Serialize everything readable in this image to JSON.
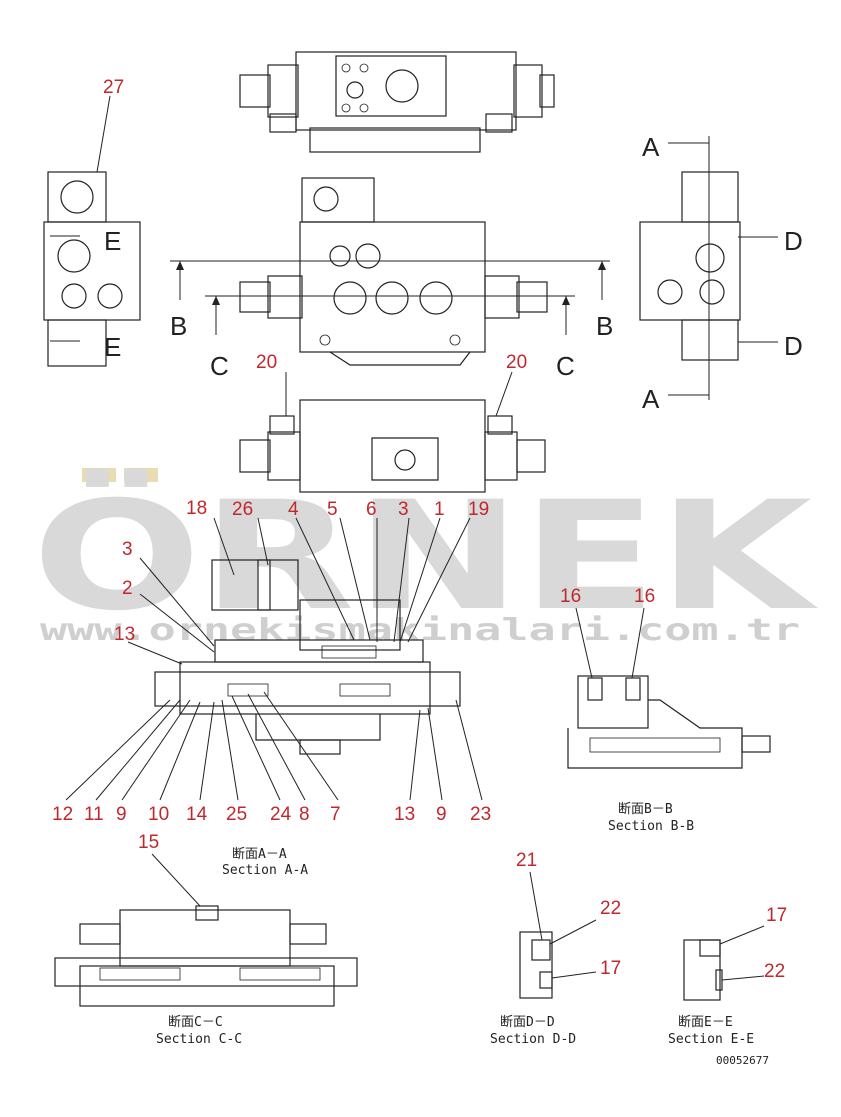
{
  "watermark": {
    "brand": "ÖRNEK",
    "url": "www.ornekismakinalari.com.tr"
  },
  "cut_labels": {
    "a": "A",
    "b": "B",
    "c": "C",
    "d": "D",
    "e": "E"
  },
  "callouts": {
    "c27": "27",
    "c20_left": "20",
    "c20_right": "20",
    "c18": "18",
    "c26": "26",
    "c4": "4",
    "c5": "5",
    "c6": "6",
    "c3_top": "3",
    "c1": "1",
    "c19": "19",
    "c3_left": "3",
    "c2": "2",
    "c13_top": "13",
    "c12": "12",
    "c11": "11",
    "c9_a": "9",
    "c10": "10",
    "c14": "14",
    "c25": "25",
    "c24": "24",
    "c8": "8",
    "c7": "7",
    "c13_bottom": "13",
    "c9_b": "9",
    "c23": "23",
    "c16_left": "16",
    "c16_right": "16",
    "c15": "15",
    "c21": "21",
    "c22_d": "22",
    "c17_d": "17",
    "c17_e": "17",
    "c22_e": "22"
  },
  "sections": {
    "aa": {
      "jp": "断面A－A",
      "en": "Section A-A"
    },
    "bb": {
      "jp": "断面B－B",
      "en": "Section B-B"
    },
    "cc": {
      "jp": "断面C－C",
      "en": "Section C-C"
    },
    "dd": {
      "jp": "断面D－D",
      "en": "Section D-D"
    },
    "ee": {
      "jp": "断面E－E",
      "en": "Section E-E"
    }
  },
  "doc_number": "00052677"
}
